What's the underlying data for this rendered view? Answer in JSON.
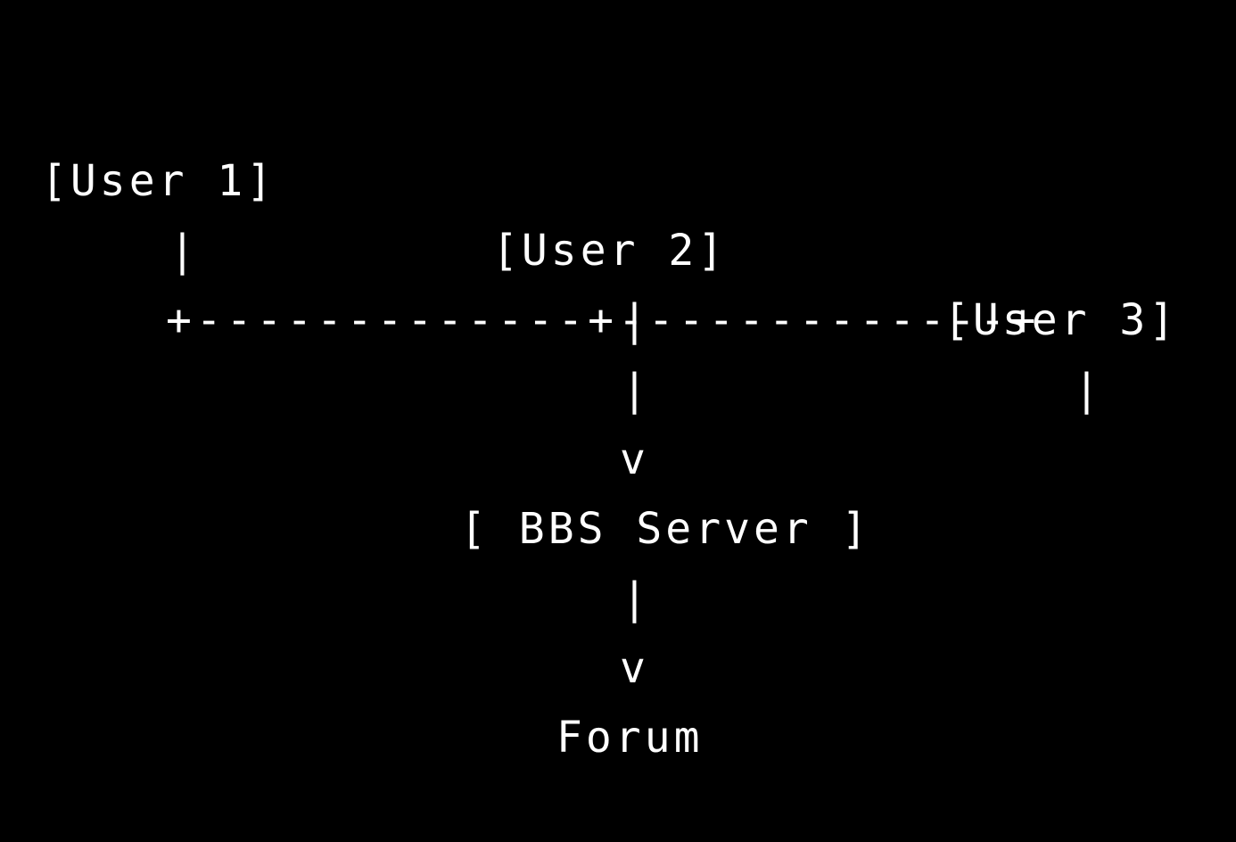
{
  "diagram": {
    "users": {
      "user1": "[User 1]",
      "user2": "[User 2]",
      "user3": "[User 3]"
    },
    "connector_vertical": "|",
    "merge_line": "+-------------+-------------+",
    "arrow": "v",
    "server": "[ BBS Server ]",
    "forum": "Forum"
  },
  "colors": {
    "background": "#000000",
    "text": "#ffffff"
  }
}
